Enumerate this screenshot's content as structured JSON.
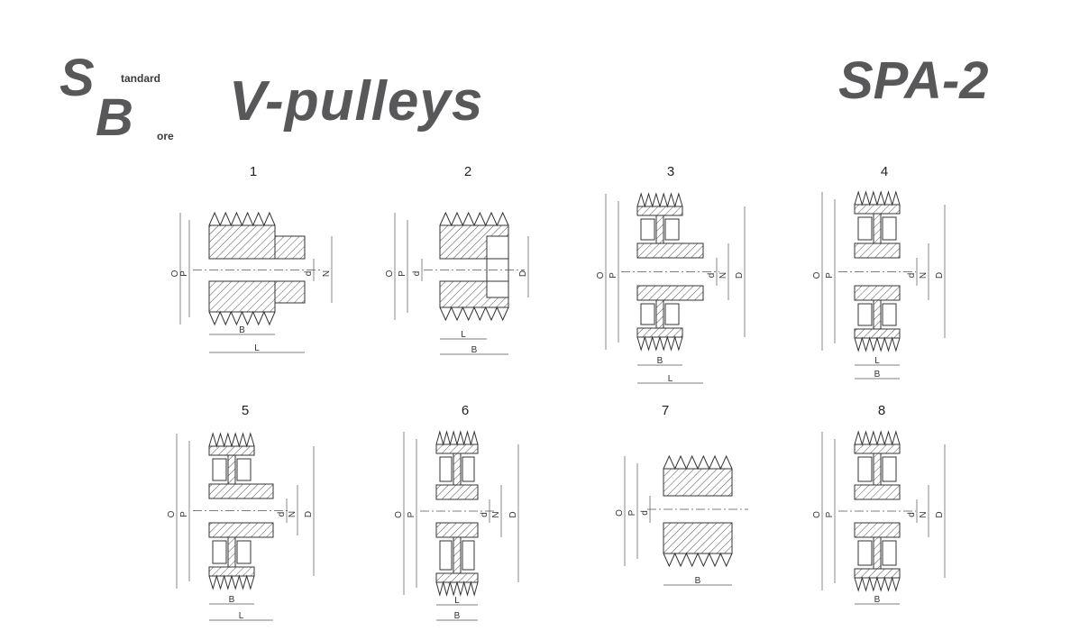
{
  "header": {
    "logo_letter_1": "S",
    "logo_word_1": "tandard",
    "logo_letter_2": "B",
    "logo_word_2": "ore",
    "title": "V-pulleys",
    "product_code": "SPA-2"
  },
  "figures": [
    {
      "number": "1",
      "labels": [
        "O",
        "P",
        "d",
        "N",
        "B",
        "L"
      ]
    },
    {
      "number": "2",
      "labels": [
        "O",
        "P",
        "d",
        "D",
        "L",
        "B"
      ]
    },
    {
      "number": "3",
      "labels": [
        "O",
        "P",
        "d",
        "N",
        "D",
        "B",
        "L"
      ]
    },
    {
      "number": "4",
      "labels": [
        "O",
        "P",
        "d",
        "N",
        "D",
        "L",
        "B"
      ]
    },
    {
      "number": "5",
      "labels": [
        "O",
        "P",
        "d",
        "N",
        "D",
        "B",
        "L"
      ]
    },
    {
      "number": "6",
      "labels": [
        "O",
        "P",
        "d",
        "N",
        "D",
        "L",
        "B"
      ]
    },
    {
      "number": "7",
      "labels": [
        "O",
        "P",
        "d",
        "B"
      ]
    },
    {
      "number": "8",
      "labels": [
        "O",
        "P",
        "d",
        "N",
        "D",
        "B"
      ]
    }
  ]
}
